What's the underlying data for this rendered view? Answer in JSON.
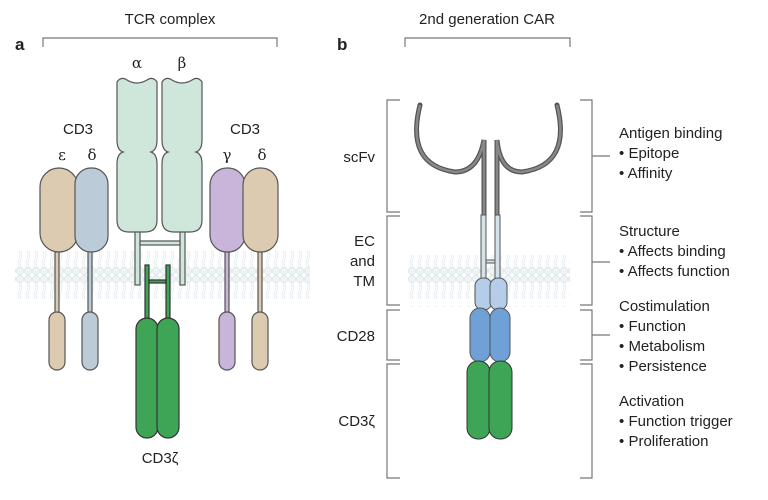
{
  "panel_a": {
    "letter": "a",
    "title": "TCR complex",
    "cd3_left": {
      "label": "CD3",
      "chains": [
        "ε",
        "δ"
      ]
    },
    "tcr_chains": [
      "α",
      "β"
    ],
    "cd3_right": {
      "label": "CD3",
      "chains": [
        "γ",
        "δ"
      ]
    },
    "zeta_label": "CD3ζ"
  },
  "panel_b": {
    "letter": "b",
    "title": "2nd generation CAR",
    "domains": [
      {
        "label_lines": [
          "scFv"
        ],
        "heading": "Antigen binding",
        "bullets": [
          "Epitope",
          "Affinity"
        ]
      },
      {
        "label_lines": [
          "EC",
          "and",
          "TM"
        ],
        "heading": "Structure",
        "bullets": [
          "Affects binding",
          "Affects function"
        ]
      },
      {
        "label_lines": [
          "CD28"
        ],
        "heading": "Costimulation",
        "bullets": [
          "Function",
          "Metabolism",
          "Persistence"
        ]
      },
      {
        "label_lines": [
          "CD3ζ"
        ],
        "heading": "Activation",
        "bullets": [
          "Function trigger",
          "Proliferation"
        ]
      }
    ],
    "bullet_char": "•"
  },
  "colors": {
    "tcr": "#cfe6da",
    "tcr_edge": "#7fbfa3",
    "cd3_epsilon": "#dccbb0",
    "cd3_delta": "#bccbd8",
    "cd3_gamma": "#c9b5da",
    "zeta": "#3ea556",
    "cd28": "#6fa0d6",
    "tm": "#b5cde8",
    "scfv": "#777777",
    "membrane": "#e8eff2"
  }
}
